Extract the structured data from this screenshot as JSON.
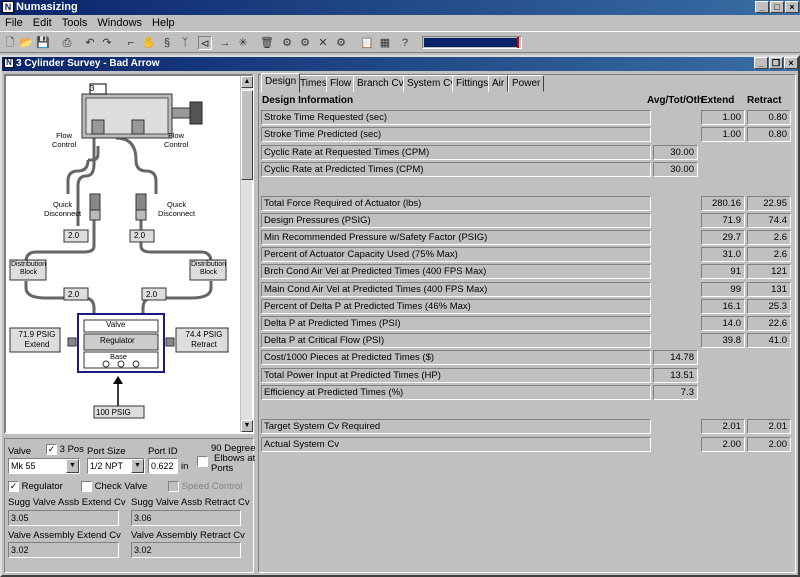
{
  "app": {
    "title": "Numasizing"
  },
  "menu": [
    "File",
    "Edit",
    "Tools",
    "Windows",
    "Help"
  ],
  "progress": {
    "fraction": 0.98
  },
  "subwindow": {
    "title": "3 Cylinder Survey - Bad Arrow"
  },
  "diagram": {
    "cylinder_label": "3",
    "flow_control_left": [
      "Flow",
      "Control"
    ],
    "flow_control_right": [
      "Flow",
      "Control"
    ],
    "quick_disconnect_left": [
      "Quick",
      "Disconnect"
    ],
    "quick_disconnect_right": [
      "Quick",
      "Disconnect"
    ],
    "dist_block_left": [
      "Distribution",
      "Block"
    ],
    "dist_block_right": [
      "Distribution",
      "Block"
    ],
    "tube_labels": [
      "2.0",
      "2.0",
      "2.0",
      "2.0"
    ],
    "valve_label": "Valve",
    "regulator_label": "Regulator",
    "base_label": "Base",
    "extend_pressure": [
      "71.9 PSIG",
      "Extend"
    ],
    "retract_pressure": [
      "74.4 PSIG",
      "Retract"
    ],
    "supply": "100 PSIG"
  },
  "controls": {
    "valve_label": "Valve",
    "pos3_label": "3 Pos",
    "port_size_label": "Port Size",
    "port_id_label": "Port ID",
    "elbows_label": [
      "90 Degree",
      "Elbows at",
      "Ports"
    ],
    "valve_value": "Mk 55",
    "port_size_value": "1/2 NPT",
    "port_id_value": "0.622",
    "port_id_unit": "in",
    "regulator_label": "Regulator",
    "check_valve_label": "Check Valve",
    "speed_control_label": "Speed Control",
    "sugg_extend_label": "Sugg Valve Assb Extend Cv",
    "sugg_extend_value": "3.05",
    "sugg_retract_label": "Sugg Valve Assb Retract Cv",
    "sugg_retract_value": "3.06",
    "assembly_extend_label": "Valve Assembly Extend Cv",
    "assembly_extend_value": "3.02",
    "assembly_retract_label": "Valve Assembly Retract Cv",
    "assembly_retract_value": "3.02"
  },
  "tabs": [
    "Design",
    "Times",
    "Flow",
    "Branch Cv",
    "System Cv",
    "Fittings",
    "Air",
    "Power"
  ],
  "table": {
    "headers": {
      "info": "Design Information",
      "avg": "Avg/Tot/Oth",
      "extend": "Extend",
      "retract": "Retract"
    },
    "rows": [
      {
        "label": "Stroke Time Requested (sec)",
        "avg": "",
        "extend": "1.00",
        "retract": "0.80"
      },
      {
        "label": "Stroke Time Predicted (sec)",
        "avg": "",
        "extend": "1.00",
        "retract": "0.80"
      },
      {
        "label": "Cyclic Rate at Requested Times (CPM)",
        "avg": "30.00",
        "extend": "",
        "retract": ""
      },
      {
        "label": "Cyclic Rate at Predicted Times (CPM)",
        "avg": "30.00",
        "extend": "",
        "retract": ""
      },
      {
        "label": "Total Force Required of Actuator (lbs)",
        "avg": "",
        "extend": "280.16",
        "retract": "22.95"
      },
      {
        "label": "Design Pressures (PSIG)",
        "avg": "",
        "extend": "71.9",
        "retract": "74.4"
      },
      {
        "label": "Min Recommended Pressure w/Safety Factor (PSIG)",
        "avg": "",
        "extend": "29.7",
        "retract": "2.6"
      },
      {
        "label": "Percent of Actuator Capacity Used (75% Max)",
        "avg": "",
        "extend": "31.0",
        "retract": "2.6"
      },
      {
        "label": "Brch Cond Air Vel at Predicted Times (400 FPS Max)",
        "avg": "",
        "extend": "91",
        "retract": "121"
      },
      {
        "label": "Main Cond Air Vel at Predicted Times (400 FPS Max)",
        "avg": "",
        "extend": "99",
        "retract": "131"
      },
      {
        "label": "Percent of Delta P at Predicted Times (46% Max)",
        "avg": "",
        "extend": "16.1",
        "retract": "25.3"
      },
      {
        "label": "Delta P at Predicted Times (PSI)",
        "avg": "",
        "extend": "14.0",
        "retract": "22.6"
      },
      {
        "label": "Delta P at Critical Flow (PSI)",
        "avg": "",
        "extend": "39.8",
        "retract": "41.0"
      },
      {
        "label": "Cost/1000 Pieces at Predicted Times ($)",
        "avg": "14.78",
        "extend": "",
        "retract": ""
      },
      {
        "label": "Total Power Input at Predicted Times (HP)",
        "avg": "13.51",
        "extend": "",
        "retract": ""
      },
      {
        "label": "Efficiency at Predicted Times (%)",
        "avg": "7.3",
        "extend": "",
        "retract": ""
      },
      {
        "label": "Target System Cv Required",
        "avg": "",
        "extend": "2.01",
        "retract": "2.01"
      },
      {
        "label": "Actual System Cv",
        "avg": "",
        "extend": "2.00",
        "retract": "2.00"
      }
    ]
  }
}
